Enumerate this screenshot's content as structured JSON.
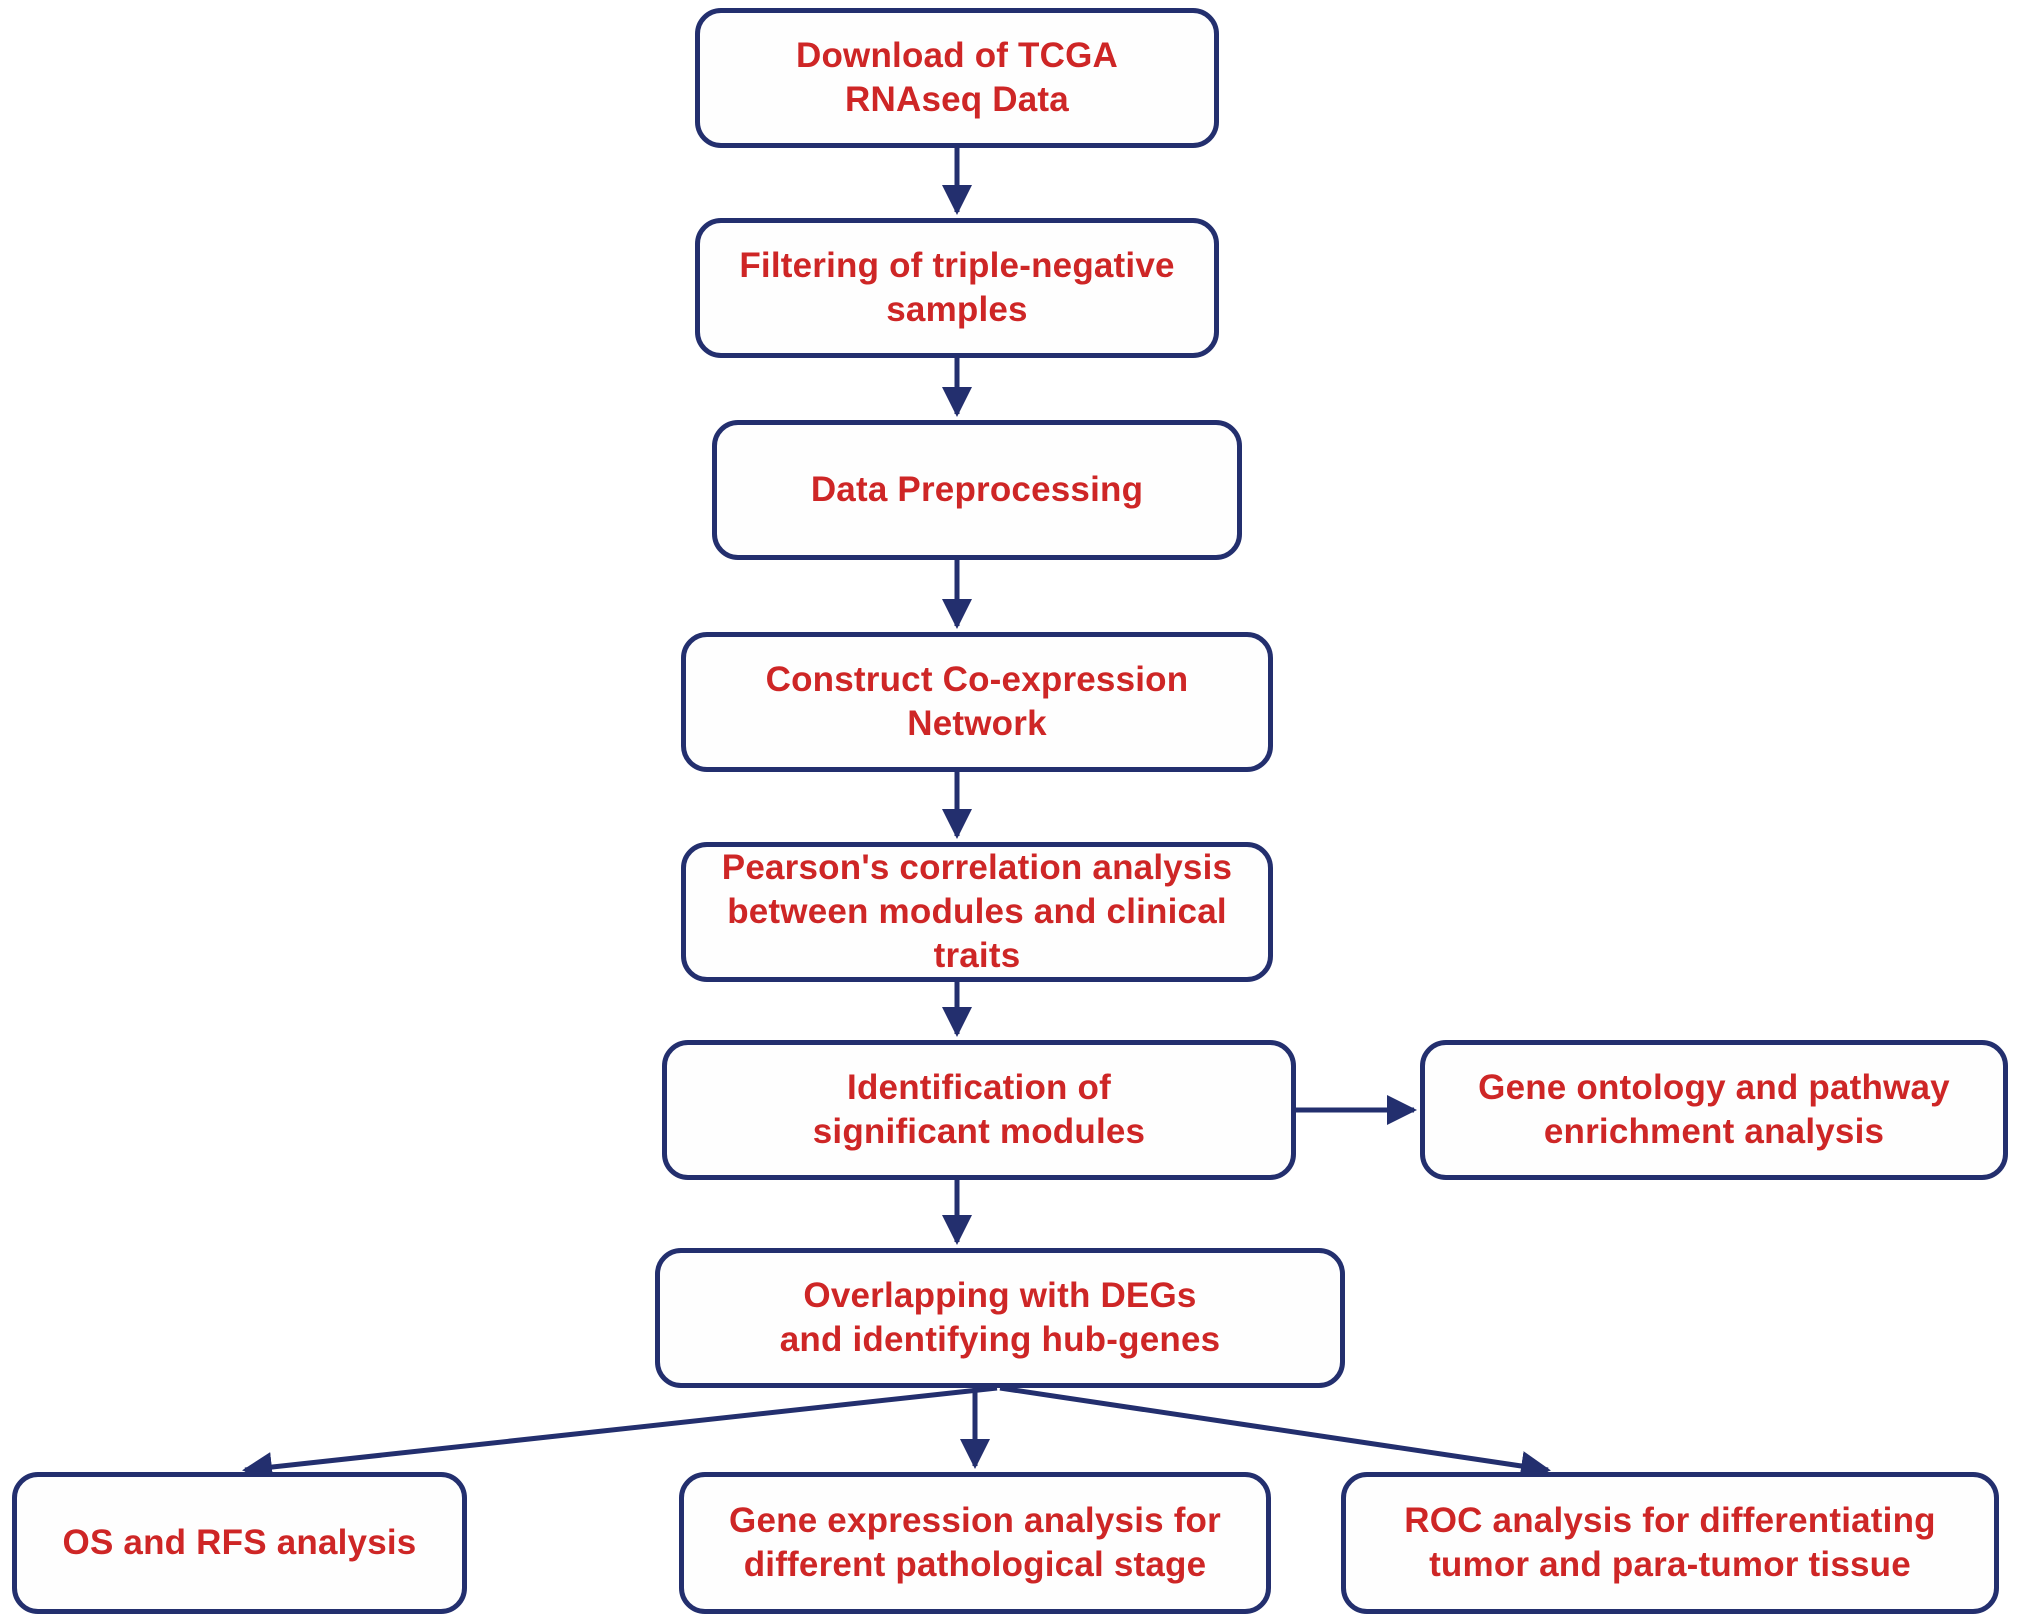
{
  "diagram": {
    "title": "Analysis workflow flowchart",
    "colors": {
      "border": "#232F6E",
      "text": "#CE2626",
      "background": "#FFFFFF",
      "edge": "#232F6E"
    },
    "nodes": [
      {
        "id": "download",
        "label": "Download of TCGA\nRNAseq Data"
      },
      {
        "id": "filtering",
        "label": "Filtering of triple-negative\nsamples"
      },
      {
        "id": "preprocessing",
        "label": "Data Preprocessing"
      },
      {
        "id": "network",
        "label": "Construct Co-expression Network"
      },
      {
        "id": "pearson",
        "label": "Pearson's correlation analysis\nbetween modules and clinical traits"
      },
      {
        "id": "identification",
        "label": "Identification of\nsignificant modules"
      },
      {
        "id": "ontology",
        "label": "Gene ontology and pathway\nenrichment analysis"
      },
      {
        "id": "overlapping",
        "label": "Overlapping with DEGs\nand identifying hub-genes"
      },
      {
        "id": "os_rfs",
        "label": "OS and RFS analysis"
      },
      {
        "id": "gene_expr",
        "label": "Gene expression analysis for\ndifferent pathological stage"
      },
      {
        "id": "roc",
        "label": "ROC analysis for differentiating\ntumor and para-tumor tissue"
      }
    ],
    "edges": [
      {
        "from": "download",
        "to": "filtering",
        "direction": "down"
      },
      {
        "from": "filtering",
        "to": "preprocessing",
        "direction": "down"
      },
      {
        "from": "preprocessing",
        "to": "network",
        "direction": "down"
      },
      {
        "from": "network",
        "to": "pearson",
        "direction": "down"
      },
      {
        "from": "pearson",
        "to": "identification",
        "direction": "down"
      },
      {
        "from": "identification",
        "to": "ontology",
        "direction": "right"
      },
      {
        "from": "identification",
        "to": "overlapping",
        "direction": "down"
      },
      {
        "from": "overlapping",
        "to": "os_rfs",
        "direction": "down-left"
      },
      {
        "from": "overlapping",
        "to": "gene_expr",
        "direction": "down"
      },
      {
        "from": "overlapping",
        "to": "roc",
        "direction": "down-right"
      }
    ]
  }
}
